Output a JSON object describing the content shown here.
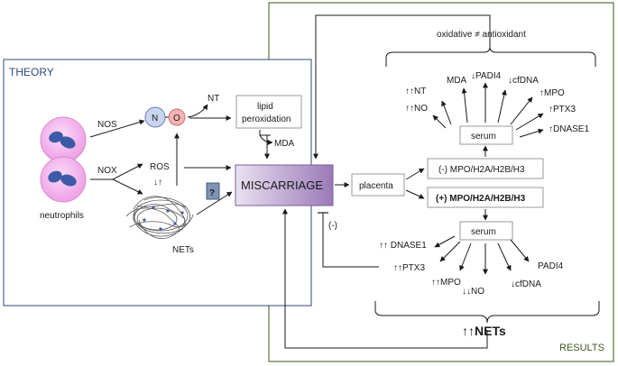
{
  "panels": {
    "theory_label": "THEORY",
    "results_label": "RESULTS"
  },
  "theory": {
    "neutrophils": "neutrophils",
    "nos": "NOS",
    "nox": "NOX",
    "n_atom": "N",
    "o_atom": "O",
    "nt": "NT",
    "lipid_peroxidation_line1": "lipid",
    "lipid_peroxidation_line2": "peroxidation",
    "mda": "MDA",
    "ros": "ROS",
    "ros_arrows": "↓↑",
    "nets": "NETs",
    "question": "?",
    "miscarriage": "MISCARRIAGE"
  },
  "results": {
    "oxidative": "oxidative ≠ antioxidant",
    "placenta": "placenta",
    "neg_marker": "(-) MPO/H2A/H2B/H3",
    "pos_marker": "(+) MPO/H2A/H2B/H3",
    "serum_top": "serum",
    "serum_bottom": "serum",
    "inhibit": "(-)",
    "top_markers": {
      "no": "↑↑NO",
      "nt": "↑↑NT",
      "mda": "MDA",
      "padi4": "↓PADI4",
      "cfdna": "↓cfDNA",
      "mpo": "↑MPO",
      "ptx3": "↑PTX3",
      "dnase1": "↑DNASE1"
    },
    "bottom_markers": {
      "dnase1": "↑↑ DNASE1",
      "ptx3": "↑↑PTX3",
      "mpo": "↑↑MPO",
      "no": "↓↓NO",
      "cfdna": "↓cfDNA",
      "padi4": "PADI4"
    },
    "nets_result": "↑↑NETs"
  },
  "colors": {
    "theory_border": "#2b4a7d",
    "results_border": "#3a5a1e",
    "neutrophil_fill": "#f3b8ef",
    "neutrophil_nucleus": "#3c5aa8",
    "n_atom_fill": "#c9d6ef",
    "o_atom_fill": "#f7b3b3",
    "miscarriage_fill": "#9b7ab7"
  }
}
